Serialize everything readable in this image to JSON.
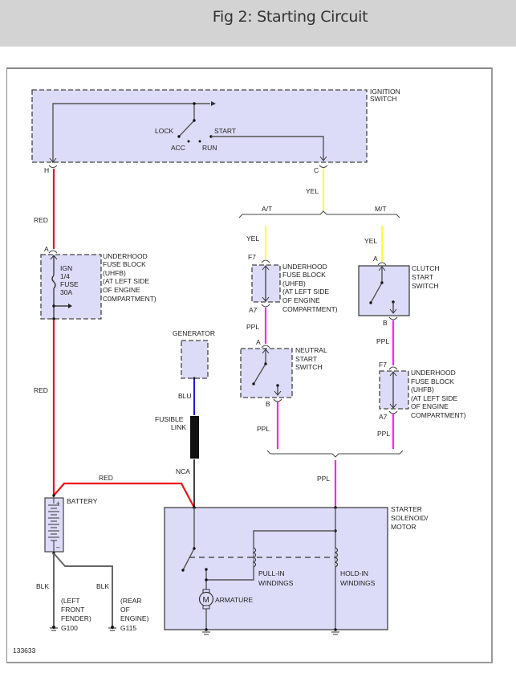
{
  "header": {
    "title": "Fig 2: Starting Circuit"
  },
  "figure_id": "133633",
  "wire_colors": {
    "red": "#ee1111",
    "yellow": "#ffff33",
    "purple": "#ff22ee",
    "blue": "#1a1aee",
    "black": "#111111",
    "gray": "#666666"
  },
  "ignition_switch": {
    "label_lines": [
      "IGNITION",
      "SWITCH"
    ],
    "positions": {
      "lock": "LOCK",
      "acc": "ACC",
      "run": "RUN",
      "start": "START"
    },
    "connectors": {
      "left": "H",
      "right": "C"
    }
  },
  "branches": {
    "at": "A/T",
    "mt": "M/T"
  },
  "wires": {
    "h_to_fuse": "RED",
    "fuse_to_battery": "RED",
    "battery_to_starter": "RED",
    "c_out": "YEL",
    "at_yel": "YEL",
    "mt_yel": "YEL",
    "uhfb1_to_neutral": "PPL",
    "neutral_out": "PPL",
    "clutch_out": "PPL",
    "uhfb2_out": "PPL",
    "to_starter": "PPL",
    "generator_out": "BLU",
    "fusible_out": "NCA",
    "ground1": "BLK",
    "ground2": "BLK"
  },
  "ign_fuse_block": {
    "connector": "A",
    "fuse_lines": [
      "IGN",
      "1/4",
      "FUSE",
      "30A"
    ],
    "label_lines": [
      "UNDERHOOD",
      "FUSE BLOCK",
      "(UHFB)",
      "(AT LEFT SIDE",
      "OF ENGINE",
      "C0MPARTMENT)"
    ]
  },
  "uhfb_at": {
    "connectors": {
      "top": "F7",
      "bottom": "A7"
    },
    "label_lines": [
      "UNDERHOOD",
      "FUSE BLOCK",
      "(UHFB)",
      "(AT LEFT SIDE",
      "OF ENGINE",
      "COMPARTMENT)"
    ]
  },
  "uhfb_mt": {
    "connectors": {
      "top": "F7",
      "bottom": "A7"
    },
    "label_lines": [
      "UNDERHOOD",
      "FUSE BLOCK",
      "(UHFB)",
      "(AT LEFT SIDE",
      "OF ENGINE",
      "COMPARTMENT)"
    ]
  },
  "neutral_start_switch": {
    "connectors": {
      "top": "A",
      "bottom": "B"
    },
    "label_lines": [
      "NEUTRAL",
      "START",
      "SWITCH"
    ]
  },
  "clutch_start_switch": {
    "connectors": {
      "top": "A",
      "bottom": "B"
    },
    "label_lines": [
      "CLUTCH",
      "START",
      "SWITCH"
    ]
  },
  "generator": {
    "label": "GENERATOR"
  },
  "fusible_link": {
    "label_lines": [
      "FUSIBLE",
      "LINK"
    ]
  },
  "battery": {
    "label": "BATTERY",
    "plus": "+",
    "minus": "–"
  },
  "grounds": [
    {
      "location_lines": [
        "(LEFT",
        "FRONT",
        "FENDER)"
      ],
      "id": "G100"
    },
    {
      "location_lines": [
        "(REAR",
        "OF",
        "ENGINE)"
      ],
      "id": "G115"
    }
  ],
  "starter": {
    "label_lines": [
      "STARTER",
      "SOLENOID/",
      "MOTOR"
    ],
    "pull_in_lines": [
      "PULL-IN",
      "WINDINGS"
    ],
    "hold_in_lines": [
      "HOLD-IN",
      "WINDINGS"
    ],
    "armature": "ARMATURE",
    "motor_symbol": "M"
  }
}
